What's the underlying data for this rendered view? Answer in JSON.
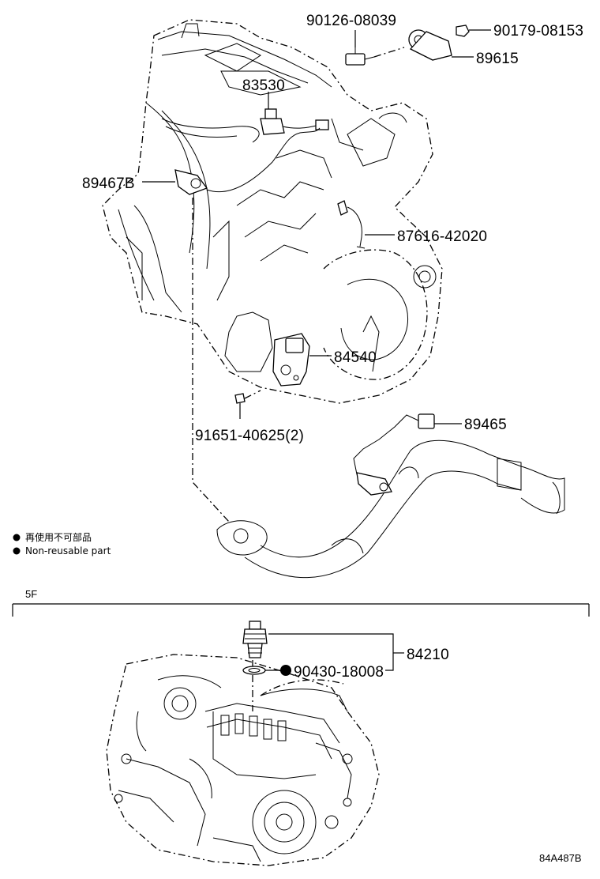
{
  "parts": {
    "p90126": "90126-08039",
    "p90179": "90179-08153",
    "p89615": "89615",
    "p83530": "83530",
    "p89467b": "89467B",
    "p87616": "87616-42020",
    "p84540": "84540",
    "p91651": "91651-40625(2)",
    "p89465": "89465",
    "p84210": "84210",
    "p90430": "90430-18008"
  },
  "legend": {
    "jp": "再使用不可部品",
    "en": "Non-reusable part"
  },
  "section_label": "5F",
  "diagram_code": "84A487B"
}
